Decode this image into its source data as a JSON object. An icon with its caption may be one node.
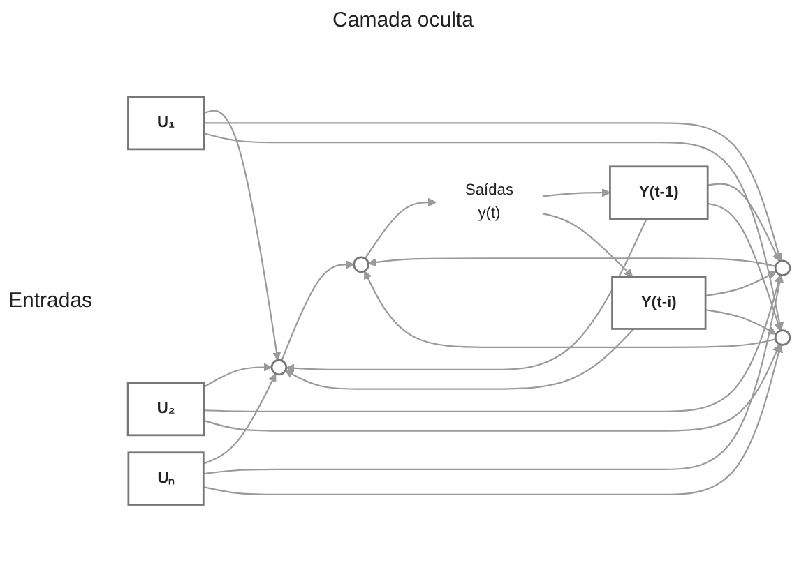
{
  "diagram": {
    "nodes": [
      {
        "text": [
          "U₁"
        ]
      },
      {
        "text": [
          "U₂"
        ]
      },
      {
        "text": [
          "Uₙ"
        ]
      },
      {
        "text": [
          "Y(t-1)"
        ]
      },
      {
        "text": [
          "Y(t-i)"
        ]
      },
      {
        "text": [],
        "shape": "circle"
      },
      {
        "text": [],
        "shape": "circle"
      },
      {
        "text": [],
        "shape": "circle"
      },
      {
        "text": [],
        "shape": "circle"
      },
      {
        "text": [
          "Saídas",
          "y(t)"
        ]
      }
    ],
    "edges": [
      {
        "from": 0,
        "to": 5,
        "arrow": "to"
      },
      {
        "from": 0,
        "to": 6,
        "arrow": "to"
      },
      {
        "from": 0,
        "to": 7,
        "arrow": "to"
      },
      {
        "from": 1,
        "to": 5,
        "arrow": "to"
      },
      {
        "from": 1,
        "to": 6,
        "arrow": "to"
      },
      {
        "from": 1,
        "to": 7,
        "arrow": "to"
      },
      {
        "from": 2,
        "to": 5,
        "arrow": "to"
      },
      {
        "from": 2,
        "to": 6,
        "arrow": "to"
      },
      {
        "from": 2,
        "to": 7,
        "arrow": "to"
      },
      {
        "from": 3,
        "to": 5,
        "arrow": "to"
      },
      {
        "from": 3,
        "to": 6,
        "arrow": "to"
      },
      {
        "from": 3,
        "to": 7,
        "arrow": "to"
      },
      {
        "from": 4,
        "to": 5,
        "arrow": "to"
      },
      {
        "from": 4,
        "to": 6,
        "arrow": "to"
      },
      {
        "from": 4,
        "to": 7,
        "arrow": "to"
      },
      {
        "from": 5,
        "to": 8,
        "arrow": "to"
      },
      {
        "from": 6,
        "to": 8,
        "arrow": "to"
      },
      {
        "from": 7,
        "to": 8,
        "arrow": "to"
      },
      {
        "from": 8,
        "to": 9,
        "arrow": "to"
      },
      {
        "from": 9,
        "to": 3,
        "arrow": "to"
      },
      {
        "from": 9,
        "to": 4,
        "arrow": "to"
      }
    ],
    "labels": [
      "Camada oculta",
      "Entradas"
    ]
  }
}
